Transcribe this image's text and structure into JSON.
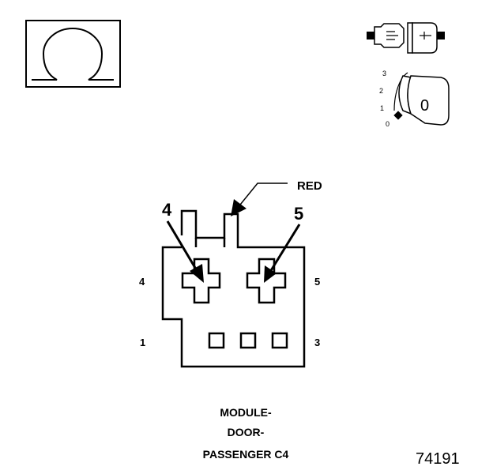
{
  "symbol": {
    "icon": "omega-icon"
  },
  "key_icons": {
    "connector_icon": "connector-plug-icon",
    "key_icon": "ignition-key-icon"
  },
  "dial": {
    "positions": [
      "3",
      "2",
      "1",
      "0"
    ],
    "key_label": "0"
  },
  "wire": {
    "color_label": "RED"
  },
  "callouts": {
    "left": "4",
    "right": "5"
  },
  "cavity_labels": {
    "top_left": "4",
    "top_right": "5",
    "bottom_left": "1",
    "bottom_right": "3"
  },
  "caption": {
    "line1": "MODULE-",
    "line2": "DOOR-",
    "line3": "PASSENGER C4"
  },
  "figure_number": "74191"
}
